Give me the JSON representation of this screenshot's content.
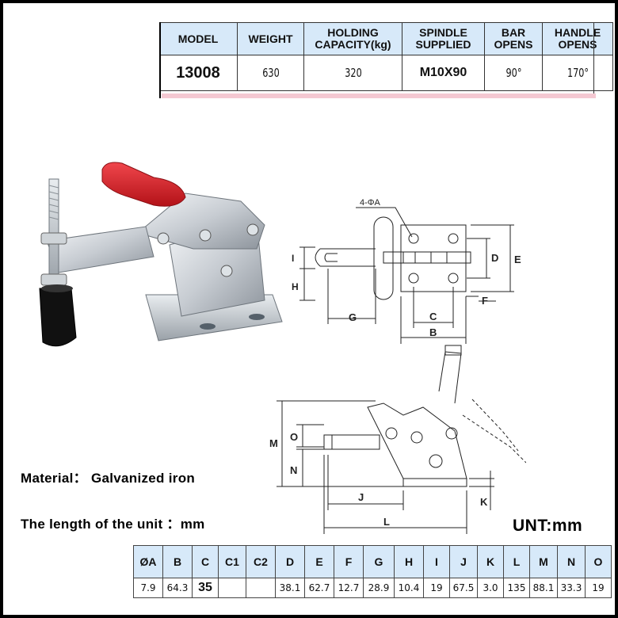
{
  "spec_table": {
    "headers": [
      {
        "l1": "MODEL",
        "l2": ""
      },
      {
        "l1": "WEIGHT",
        "l2": ""
      },
      {
        "l1": "HOLDING",
        "l2": "CAPACITY(kg)"
      },
      {
        "l1": "SPINDLE",
        "l2": "SUPPLIED"
      },
      {
        "l1": "BAR",
        "l2": "OPENS"
      },
      {
        "l1": "HANDLE",
        "l2": "OPENS"
      }
    ],
    "values": [
      "13008",
      "630",
      "320",
      "M10X90",
      "90°",
      "170°"
    ]
  },
  "drawing_labels": {
    "hole_callout": "4-ΦA",
    "top_view": {
      "I": "I",
      "H": "H",
      "G": "G",
      "C": "C",
      "B": "B",
      "F": "F",
      "D": "D",
      "E": "E"
    },
    "side_view": {
      "O": "O",
      "M": "M",
      "N": "N",
      "J": "J",
      "L": "L",
      "K": "K"
    }
  },
  "material_text": "Material： Galvanized iron",
  "unit_length_text": "The length of the unit ：mm",
  "unit_label": "UNT:mm",
  "dims_table": {
    "headers": [
      "ØA",
      "B",
      "C",
      "C1",
      "C2",
      "D",
      "E",
      "F",
      "G",
      "H",
      "I",
      "J",
      "K",
      "L",
      "M",
      "N",
      "O"
    ],
    "values": [
      "7.9",
      "64.3",
      "35",
      "",
      "",
      "38.1",
      "62.7",
      "12.7",
      "28.9",
      "10.4",
      "19",
      "67.5",
      "3.0",
      "135",
      "88.1",
      "33.3",
      "19"
    ]
  },
  "colors": {
    "header_bg": "#d7e9f9",
    "handle_red": "#d8212a",
    "bumper_black": "#111111",
    "strip_pink": "#f4c8d2"
  }
}
